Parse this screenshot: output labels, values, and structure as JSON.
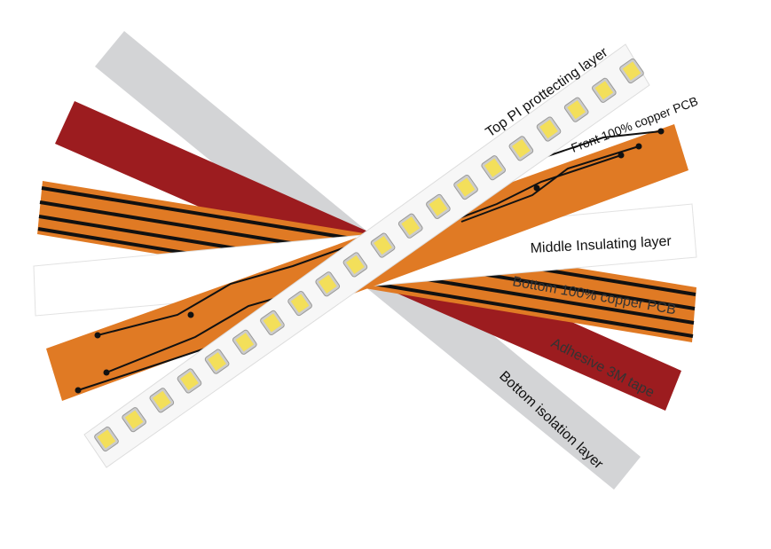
{
  "labels": {
    "top_pi": "Top PI prottecting layer",
    "front_pcb": "Front 100% copper PCB",
    "middle_insulating": "Middle Insulating layer",
    "bottom_pcb": "Bottom 100% copper PCB",
    "adhesive": "Adhesive 3M tape",
    "bottom_isolation": "Bottom isolation layer"
  },
  "colors": {
    "isolation": "#d3d4d6",
    "adhesive": "#9c1c1f",
    "copper": "#e07a24",
    "trace": "#111111",
    "insulating": "#ffffff",
    "led_strip": "#f7f7f7",
    "led": "#f3df5a"
  }
}
